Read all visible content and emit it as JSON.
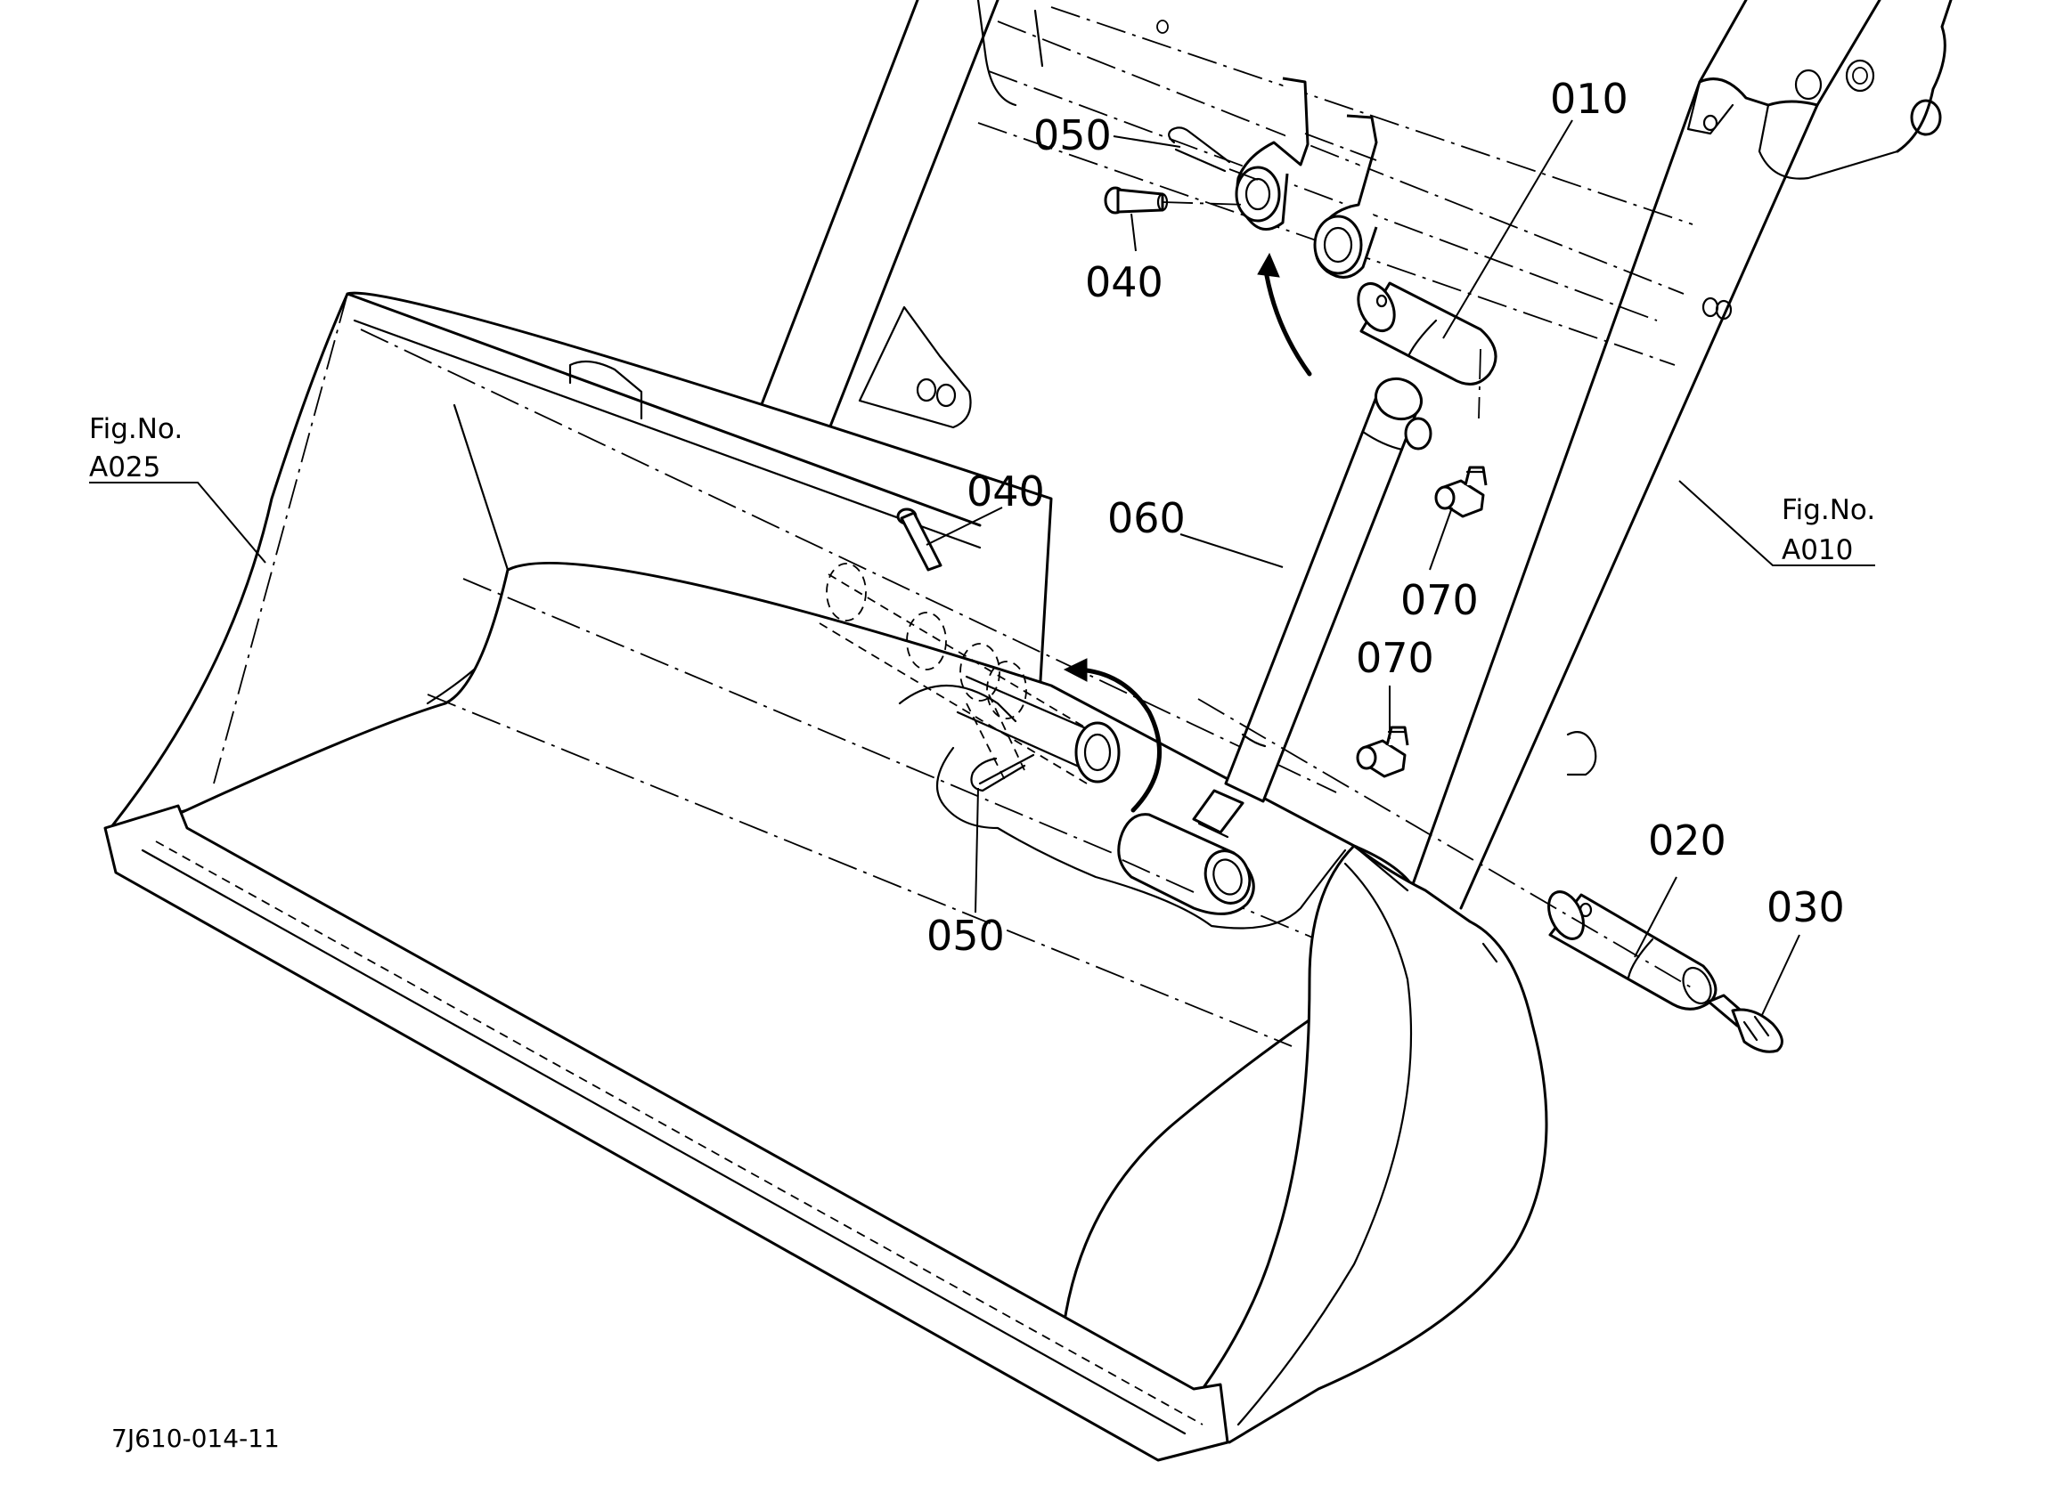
{
  "callouts": [
    {
      "id": "010",
      "label": "010"
    },
    {
      "id": "020",
      "label": "020"
    },
    {
      "id": "030",
      "label": "030"
    },
    {
      "id": "040-top",
      "label": "040"
    },
    {
      "id": "040-mid",
      "label": "040"
    },
    {
      "id": "050-top",
      "label": "050"
    },
    {
      "id": "050-bottom",
      "label": "050"
    },
    {
      "id": "060",
      "label": "060"
    },
    {
      "id": "070-upper",
      "label": "070"
    },
    {
      "id": "070-lower",
      "label": "070"
    }
  ],
  "figure_refs": [
    {
      "id": "a025",
      "line1": "Fig.No.",
      "line2": "A025"
    },
    {
      "id": "a010",
      "line1": "Fig.No.",
      "line2": "A010"
    }
  ],
  "drawing_code": "7J610-014-11"
}
